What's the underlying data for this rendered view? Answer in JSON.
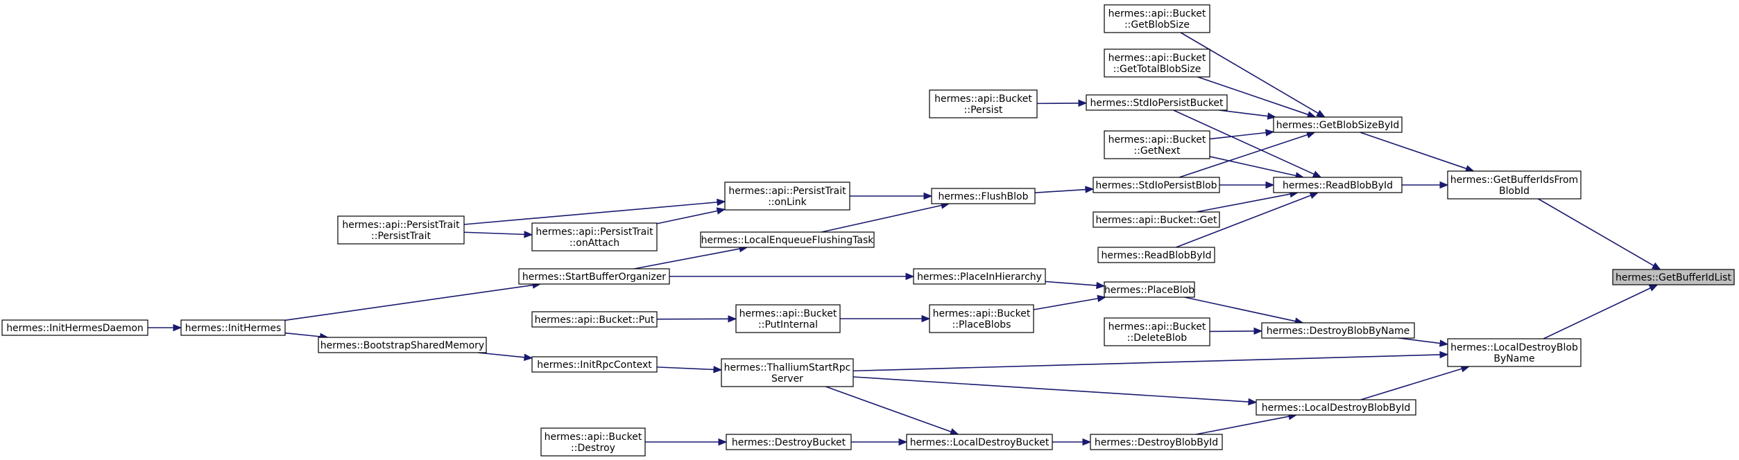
{
  "graph": {
    "title": "",
    "colors": {
      "edge": "#191970",
      "node_border": "#000000",
      "root_fill": "#bfbfbf",
      "node_fill": "#ffffff"
    },
    "nodes": [
      {
        "id": "GetBufferIdList",
        "lines": [
          "hermes::GetBufferIdList"
        ],
        "root": true
      },
      {
        "id": "GetBufferIdsFromBlobId",
        "lines": [
          "hermes::GetBufferIdsFrom",
          "BlobId"
        ]
      },
      {
        "id": "LocalDestroyBlobByName",
        "lines": [
          "hermes::LocalDestroyBlob",
          "ByName"
        ]
      },
      {
        "id": "GetBlobSizeById",
        "lines": [
          "hermes::GetBlobSizeById"
        ]
      },
      {
        "id": "ReadBlobById",
        "lines": [
          "hermes::ReadBlobById"
        ]
      },
      {
        "id": "BucketGetBlobSize",
        "lines": [
          "hermes::api::Bucket",
          "::GetBlobSize"
        ]
      },
      {
        "id": "BucketGetTotalBlobSize",
        "lines": [
          "hermes::api::Bucket",
          "::GetTotalBlobSize"
        ]
      },
      {
        "id": "StdIoPersistBucket",
        "lines": [
          "hermes::StdIoPersistBucket"
        ]
      },
      {
        "id": "BucketGetNext",
        "lines": [
          "hermes::api::Bucket",
          "::GetNext"
        ]
      },
      {
        "id": "BucketPersist",
        "lines": [
          "hermes::api::Bucket",
          "::Persist"
        ]
      },
      {
        "id": "StdIoPersistBlob",
        "lines": [
          "hermes::StdIoPersistBlob"
        ]
      },
      {
        "id": "BucketGet",
        "lines": [
          "hermes::api::Bucket::Get"
        ]
      },
      {
        "id": "ReadBlobById2",
        "lines": [
          "hermes::ReadBlobById"
        ]
      },
      {
        "id": "FlushBlob",
        "lines": [
          "hermes::FlushBlob"
        ]
      },
      {
        "id": "PersistTraitOnLink",
        "lines": [
          "hermes::api::PersistTrait",
          "::onLink"
        ]
      },
      {
        "id": "LocalEnqueueFlushingTask",
        "lines": [
          "hermes::LocalEnqueueFlushingTask"
        ]
      },
      {
        "id": "PersistTraitCtor",
        "lines": [
          "hermes::api::PersistTrait",
          "::PersistTrait"
        ]
      },
      {
        "id": "PersistTraitOnAttach",
        "lines": [
          "hermes::api::PersistTrait",
          "::onAttach"
        ]
      },
      {
        "id": "StartBufferOrganizer",
        "lines": [
          "hermes::StartBufferOrganizer"
        ]
      },
      {
        "id": "PlaceInHierarchy",
        "lines": [
          "hermes::PlaceInHierarchy"
        ]
      },
      {
        "id": "PlaceBlob",
        "lines": [
          "hermes::PlaceBlob"
        ]
      },
      {
        "id": "BucketPlaceBlobs",
        "lines": [
          "hermes::api::Bucket",
          "::PlaceBlobs"
        ]
      },
      {
        "id": "BucketPutInternal",
        "lines": [
          "hermes::api::Bucket",
          "::PutInternal"
        ]
      },
      {
        "id": "BucketPut",
        "lines": [
          "hermes::api::Bucket::Put"
        ]
      },
      {
        "id": "InitHermesDaemon",
        "lines": [
          "hermes::InitHermesDaemon"
        ]
      },
      {
        "id": "InitHermes",
        "lines": [
          "hermes::InitHermes"
        ]
      },
      {
        "id": "BootstrapSharedMemory",
        "lines": [
          "hermes::BootstrapSharedMemory"
        ]
      },
      {
        "id": "InitRpcContext",
        "lines": [
          "hermes::InitRpcContext"
        ]
      },
      {
        "id": "ThalliumStartRpcServer",
        "lines": [
          "hermes::ThalliumStartRpc",
          "Server"
        ]
      },
      {
        "id": "DestroyBlobByName",
        "lines": [
          "hermes::DestroyBlobByName"
        ]
      },
      {
        "id": "BucketDeleteBlob",
        "lines": [
          "hermes::api::Bucket",
          "::DeleteBlob"
        ]
      },
      {
        "id": "LocalDestroyBlobById",
        "lines": [
          "hermes::LocalDestroyBlobById"
        ]
      },
      {
        "id": "DestroyBlobById",
        "lines": [
          "hermes::DestroyBlobById"
        ]
      },
      {
        "id": "LocalDestroyBucket",
        "lines": [
          "hermes::LocalDestroyBucket"
        ]
      },
      {
        "id": "DestroyBucket",
        "lines": [
          "hermes::DestroyBucket"
        ]
      },
      {
        "id": "BucketDestroy",
        "lines": [
          "hermes::api::Bucket",
          "::Destroy"
        ]
      }
    ],
    "edges": [
      [
        "GetBufferIdsFromBlobId",
        "GetBufferIdList"
      ],
      [
        "LocalDestroyBlobByName",
        "GetBufferIdList"
      ],
      [
        "GetBlobSizeById",
        "GetBufferIdsFromBlobId"
      ],
      [
        "ReadBlobById",
        "GetBufferIdsFromBlobId"
      ],
      [
        "BucketGetBlobSize",
        "GetBlobSizeById"
      ],
      [
        "BucketGetTotalBlobSize",
        "GetBlobSizeById"
      ],
      [
        "StdIoPersistBucket",
        "GetBlobSizeById"
      ],
      [
        "BucketGetNext",
        "GetBlobSizeById"
      ],
      [
        "StdIoPersistBlob",
        "GetBlobSizeById"
      ],
      [
        "StdIoPersistBucket",
        "ReadBlobById"
      ],
      [
        "BucketGetNext",
        "ReadBlobById"
      ],
      [
        "StdIoPersistBlob",
        "ReadBlobById"
      ],
      [
        "BucketGet",
        "ReadBlobById"
      ],
      [
        "ReadBlobById2",
        "ReadBlobById"
      ],
      [
        "BucketPersist",
        "StdIoPersistBucket"
      ],
      [
        "FlushBlob",
        "StdIoPersistBlob"
      ],
      [
        "PersistTraitOnLink",
        "FlushBlob"
      ],
      [
        "LocalEnqueueFlushingTask",
        "FlushBlob"
      ],
      [
        "PersistTraitCtor",
        "PersistTraitOnLink"
      ],
      [
        "PersistTraitOnAttach",
        "PersistTraitOnLink"
      ],
      [
        "PersistTraitCtor",
        "PersistTraitOnAttach"
      ],
      [
        "StartBufferOrganizer",
        "LocalEnqueueFlushingTask"
      ],
      [
        "StartBufferOrganizer",
        "PlaceInHierarchy"
      ],
      [
        "PlaceInHierarchy",
        "PlaceBlob"
      ],
      [
        "BucketPlaceBlobs",
        "PlaceBlob"
      ],
      [
        "BucketPutInternal",
        "BucketPlaceBlobs"
      ],
      [
        "BucketPut",
        "BucketPutInternal"
      ],
      [
        "PlaceBlob",
        "DestroyBlobByName"
      ],
      [
        "BucketDeleteBlob",
        "DestroyBlobByName"
      ],
      [
        "DestroyBlobByName",
        "LocalDestroyBlobByName"
      ],
      [
        "ThalliumStartRpcServer",
        "LocalDestroyBlobByName"
      ],
      [
        "LocalDestroyBlobById",
        "LocalDestroyBlobByName"
      ],
      [
        "ThalliumStartRpcServer",
        "LocalDestroyBlobById"
      ],
      [
        "DestroyBlobById",
        "LocalDestroyBlobById"
      ],
      [
        "LocalDestroyBucket",
        "DestroyBlobById"
      ],
      [
        "ThalliumStartRpcServer",
        "LocalDestroyBucket"
      ],
      [
        "DestroyBucket",
        "LocalDestroyBucket"
      ],
      [
        "BucketDestroy",
        "DestroyBucket"
      ],
      [
        "InitRpcContext",
        "ThalliumStartRpcServer"
      ],
      [
        "BootstrapSharedMemory",
        "InitRpcContext"
      ],
      [
        "InitHermes",
        "BootstrapSharedMemory"
      ],
      [
        "InitHermes",
        "StartBufferOrganizer"
      ],
      [
        "InitHermesDaemon",
        "InitHermes"
      ]
    ]
  }
}
